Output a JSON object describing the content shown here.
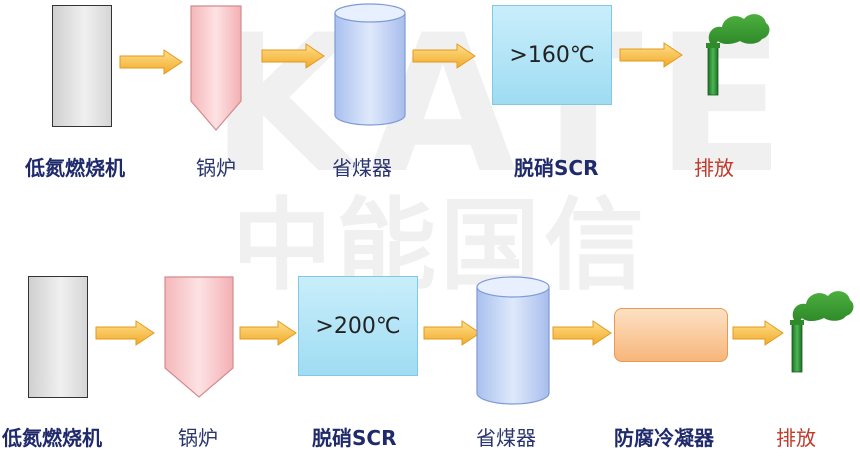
{
  "watermark": {
    "line1": "KATE",
    "line2": "中能国信"
  },
  "row1": {
    "scr_temp": ">160℃",
    "labels": {
      "burner": "低氮燃烧机",
      "boiler": "锅炉",
      "economizer": "省煤器",
      "scr": "脱硝SCR",
      "discharge": "排放"
    }
  },
  "row2": {
    "scr_temp": ">200℃",
    "labels": {
      "burner": "低氮燃烧机",
      "boiler": "锅炉",
      "scr": "脱硝SCR",
      "economizer": "省煤器",
      "condenser": "防腐冷凝器",
      "discharge": "排放"
    }
  },
  "colors": {
    "arrow": "#f6b83b",
    "boiler": "#f4b5b8",
    "economizer": "#b7cdf4",
    "scr": "#a8e1f5",
    "condenser": "#f8c38a",
    "stack_green": "#2f9e3b",
    "label_dark": "#1f2a6b",
    "label_red": "#c0392b"
  }
}
